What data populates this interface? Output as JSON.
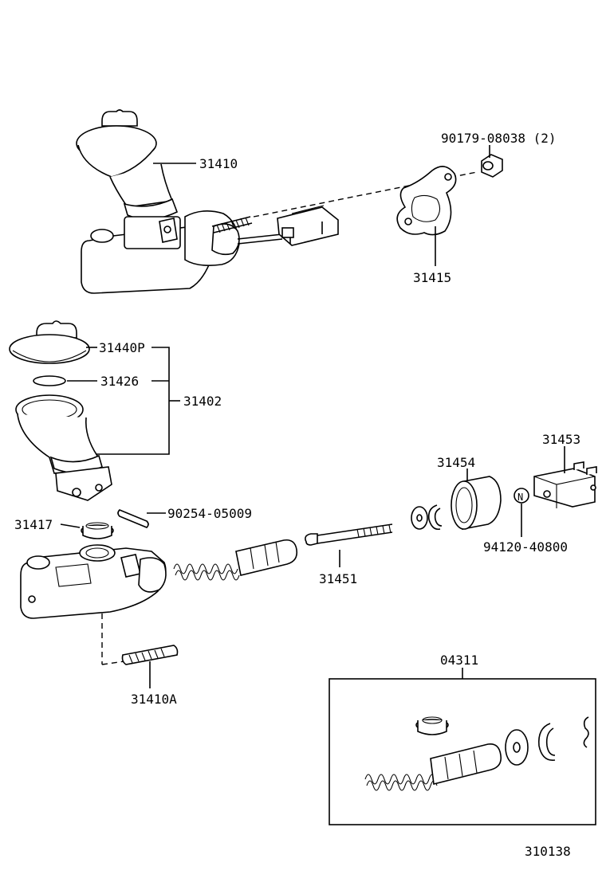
{
  "labels": {
    "p31410": "31410",
    "p90179": "90179-08038 (2)",
    "p31415": "31415",
    "p31440p": "31440P",
    "p31426": "31426",
    "p31402": "31402",
    "p31417": "31417",
    "p90254": "90254-05009",
    "p31454": "31454",
    "p31453": "31453",
    "n_mark": "N",
    "p94120": "94120-40800",
    "p31451": "31451",
    "p31410a": "31410A",
    "p04311": "04311",
    "drawing_no": "310138"
  }
}
